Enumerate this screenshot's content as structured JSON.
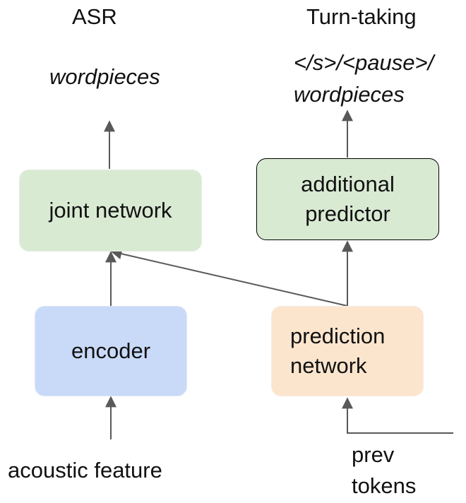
{
  "headers": {
    "asr": "ASR",
    "turn_taking": "Turn-taking"
  },
  "outputs": {
    "asr": "wordpieces",
    "turn_line1": "</s>/<pause>/",
    "turn_line2": "wordpieces"
  },
  "boxes": {
    "joint_network": {
      "label": "joint network",
      "color": "#d9ead3"
    },
    "additional_predictor": {
      "line1": "additional",
      "line2": "predictor",
      "color": "#d9ead3"
    },
    "encoder": {
      "label": "encoder",
      "color": "#c9daf8"
    },
    "prediction_network": {
      "line1": "prediction",
      "line2": "network",
      "color": "#fce5cd"
    }
  },
  "inputs": {
    "acoustic": "acoustic feature",
    "prev_line1": "prev",
    "prev_line2": "tokens"
  },
  "colors": {
    "arrow": "#595959",
    "box_border_default": "#e8e8e8",
    "box_border_emph": "#000000"
  }
}
